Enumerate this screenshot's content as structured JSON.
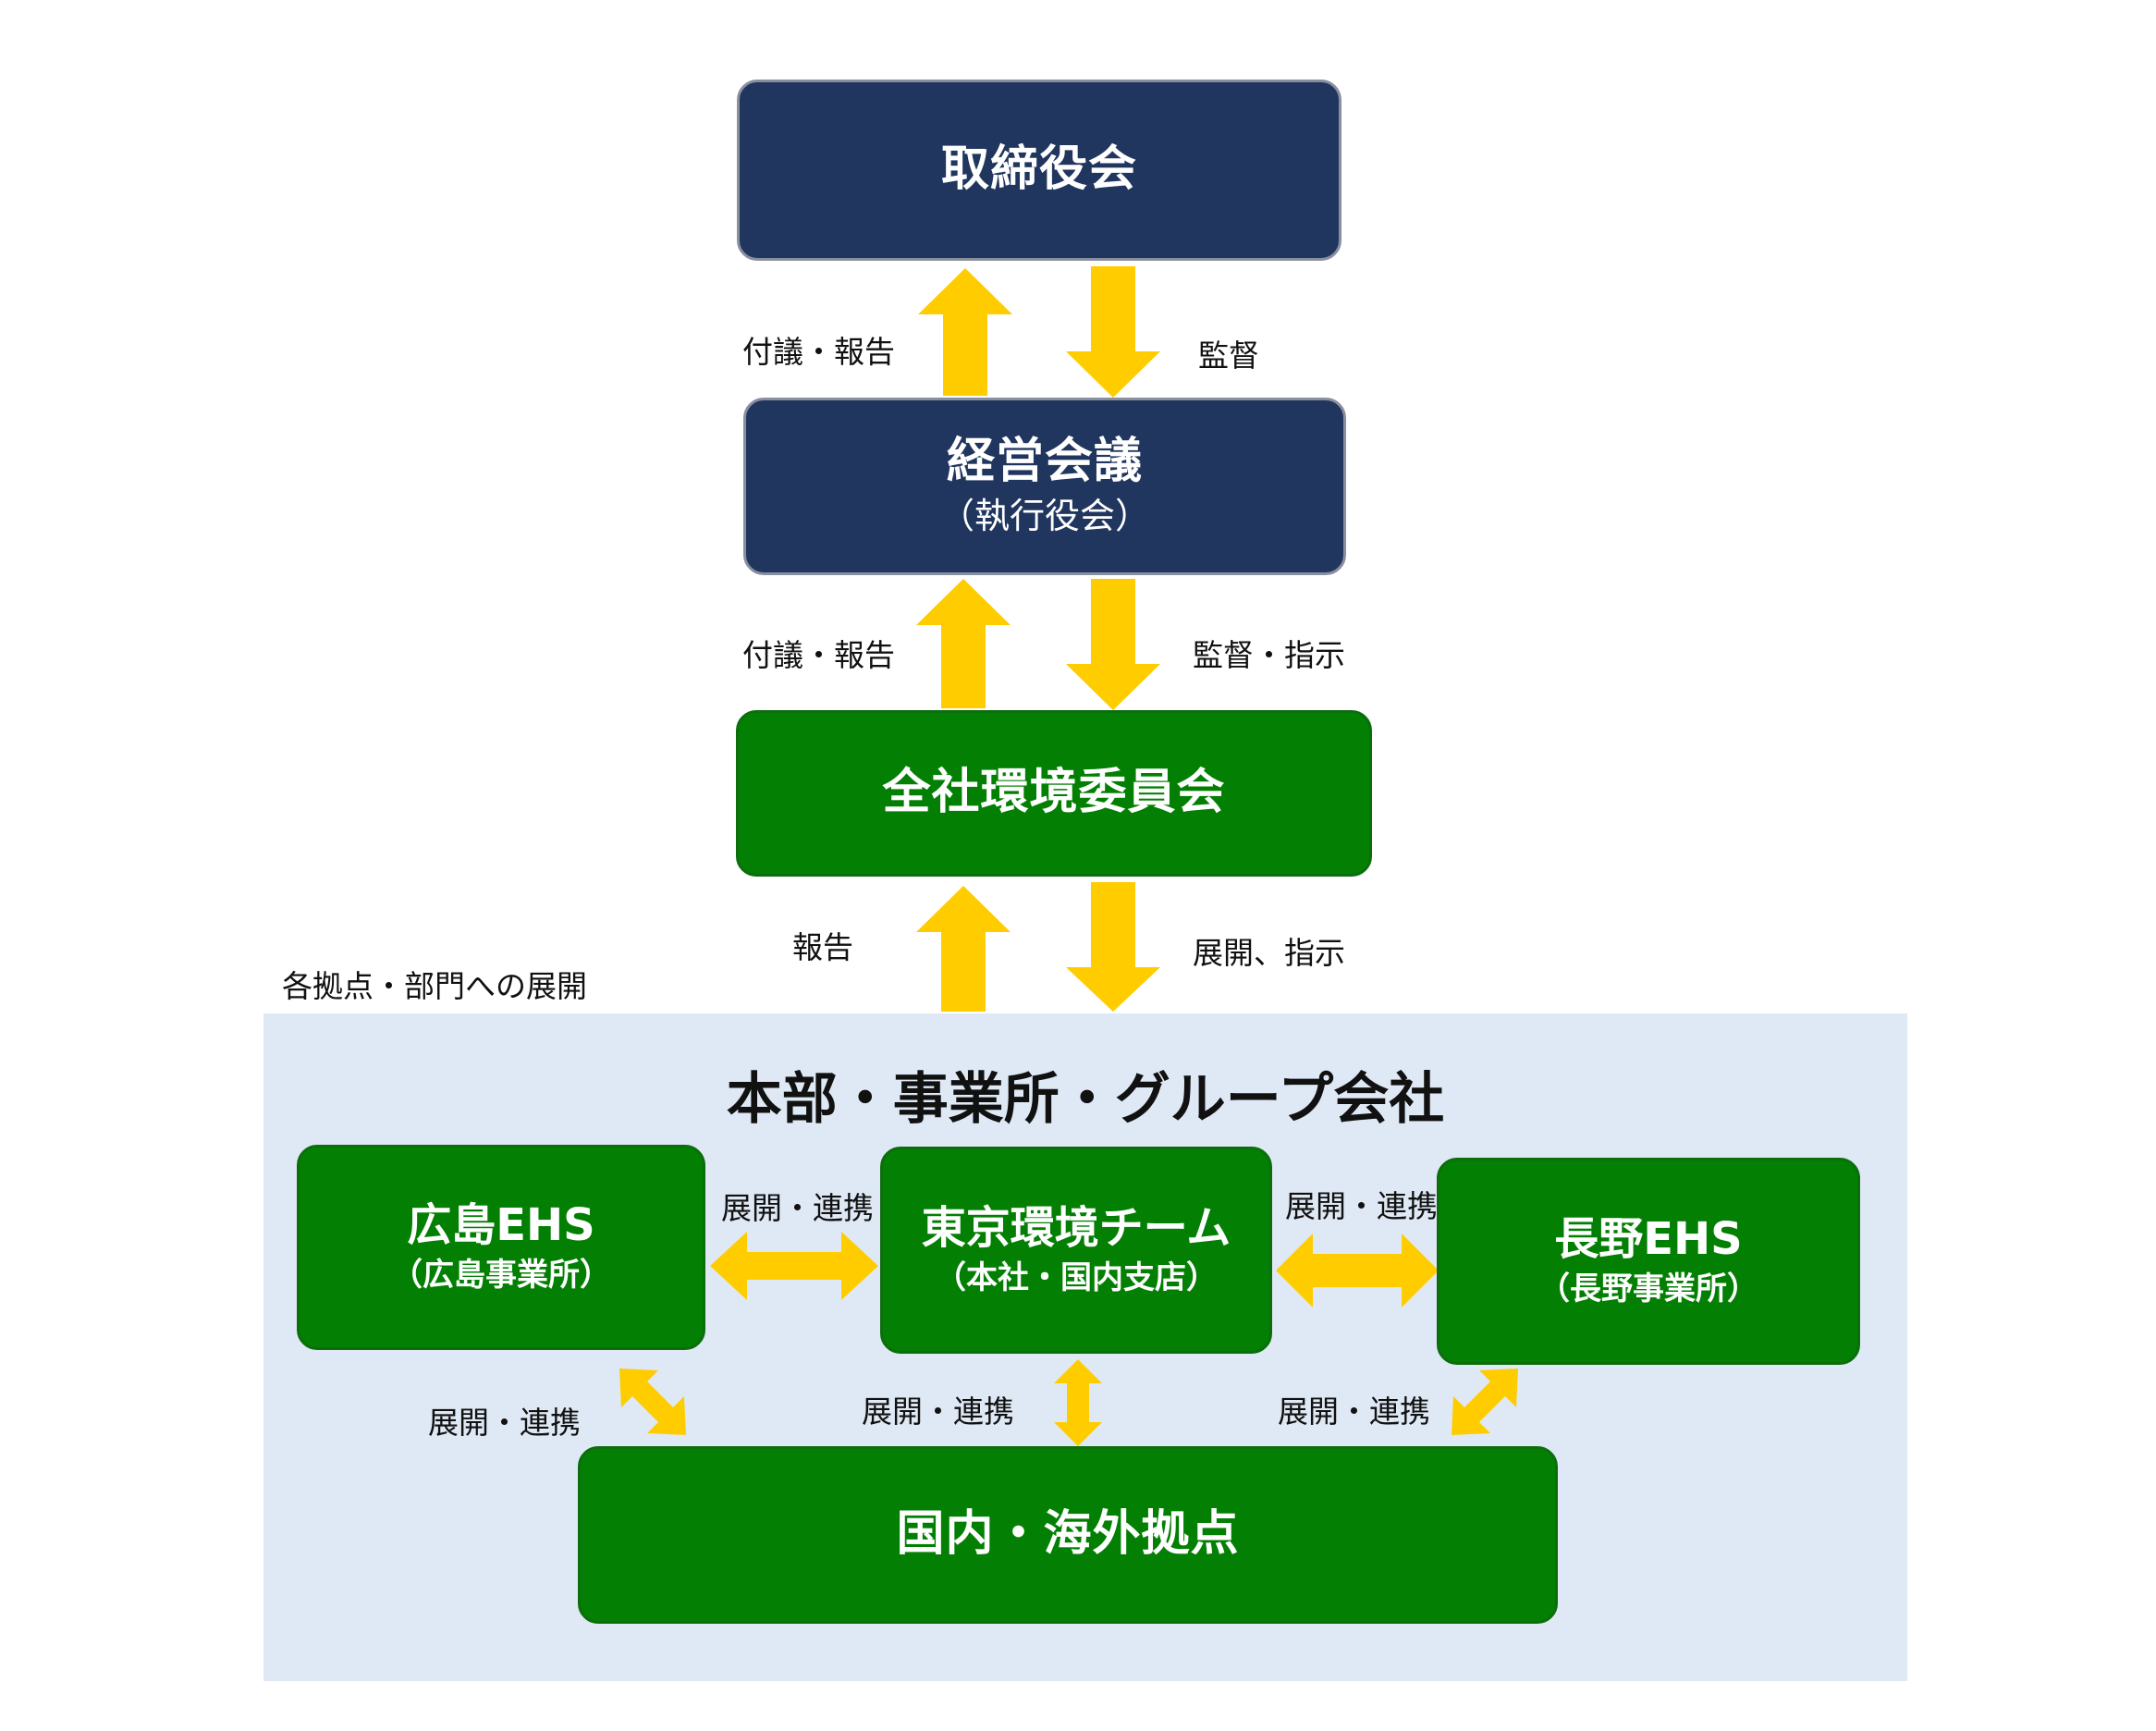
{
  "colors": {
    "navy": "#21365f",
    "green": "#038003",
    "arrow": "#ffcc00",
    "region": "#dfe9f5"
  },
  "nodes": {
    "board": {
      "title": "取締役会"
    },
    "mgmt_meeting": {
      "title": "経営会議",
      "subtitle": "（執行役会）"
    },
    "env_committee": {
      "title": "全社環境委員会"
    },
    "overseas": {
      "title": "国内・海外拠点"
    },
    "hiroshima": {
      "title": "広島EHS",
      "subtitle": "（広島事業所）"
    },
    "tokyo": {
      "title": "東京環境チーム",
      "subtitle": "（本社・国内支店）"
    },
    "nagano": {
      "title": "長野EHS",
      "subtitle": "（長野事業所）"
    }
  },
  "region": {
    "caption": "各拠点・部門への展開",
    "title": "本部・事業所・グループ会社"
  },
  "labels": {
    "up1": "付議・報告",
    "down1": "監督",
    "up2": "付議・報告",
    "down2": "監督・指示",
    "up3": "報告",
    "down3": "展開、指示",
    "hiroshima_tokyo": "展開・連携",
    "tokyo_nagano": "展開・連携",
    "hiroshima_overseas": "展開・連携",
    "tokyo_overseas": "展開・連携",
    "nagano_overseas": "展開・連携"
  }
}
